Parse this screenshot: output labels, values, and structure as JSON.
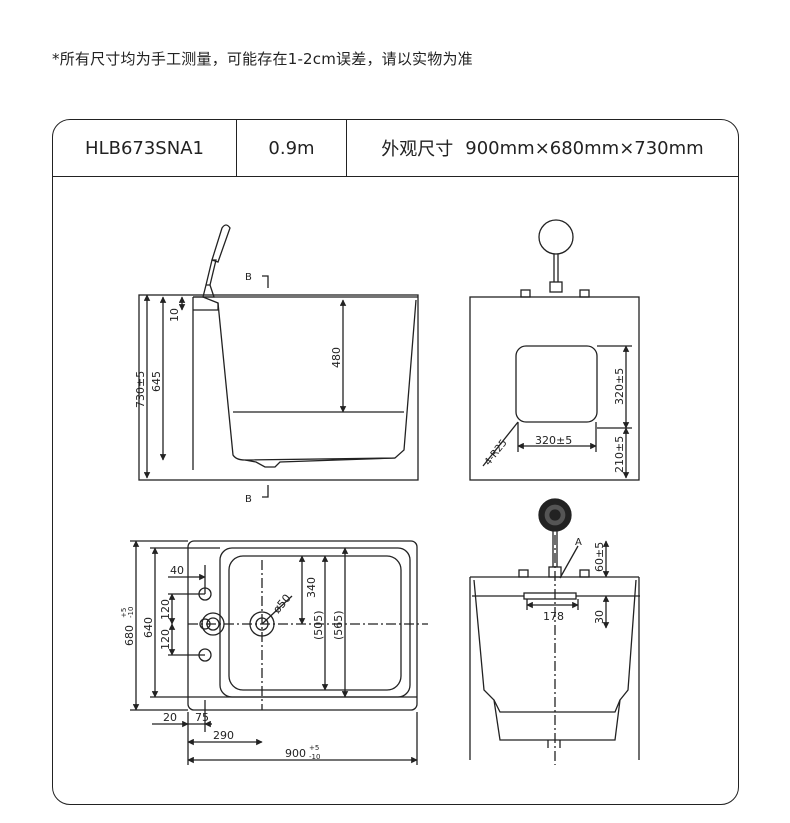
{
  "note": "*所有尺寸均为手工测量，可能存在1-2cm误差，请以实物为准",
  "spec": {
    "model": "HLB673SNA1",
    "size": "0.9m",
    "outer_label": "外观尺寸",
    "outer_dims": "900mm×680mm×730mm"
  },
  "side_view": {
    "section_top": "B",
    "section_bottom": "B",
    "dim_10": "10",
    "dim_645": "645",
    "dim_730": "730±5",
    "dim_480": "480"
  },
  "front_view": {
    "dim_radius": "4-R25",
    "dim_320w": "320±5",
    "dim_320h": "320±5",
    "dim_210": "210±5"
  },
  "top_view": {
    "dim_40": "40",
    "dim_120a": "120",
    "dim_120b": "120",
    "dim_640": "640",
    "dim_680": "680",
    "tol_680_top": "+5",
    "tol_680_bot": "-10",
    "dim_d50": "ø50",
    "dim_340": "340",
    "dim_505": "(505)",
    "dim_565": "(565)",
    "dim_20": "20",
    "dim_75": "75",
    "dim_290": "290",
    "dim_900": "900",
    "tol_900_top": "+5",
    "tol_900_bot": "-10"
  },
  "section_view": {
    "label_a": "A",
    "dim_60": "60±5",
    "dim_30": "30",
    "dim_178": "178"
  }
}
